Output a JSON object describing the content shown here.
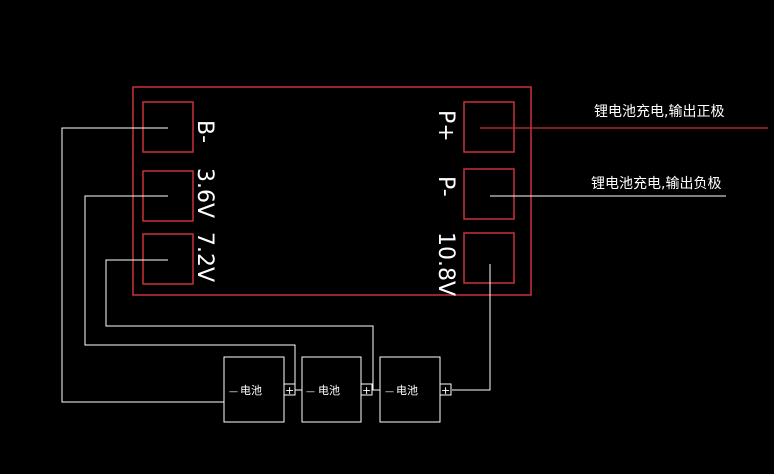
{
  "diagram": {
    "board": {
      "left_labels": [
        "B-",
        "3.6V",
        "7.2V"
      ],
      "right_labels": [
        "P+",
        "P-",
        "10.8V"
      ]
    },
    "annotations": {
      "positive": "锂电池充电,输出正极",
      "negative": "锂电池充电,输出负极"
    },
    "cells": [
      {
        "minus": "—",
        "label": "电池",
        "plus": "+"
      },
      {
        "minus": "—",
        "label": "电池",
        "plus": "+"
      },
      {
        "minus": "—",
        "label": "电池",
        "plus": "+"
      }
    ],
    "colors": {
      "background": "#000000",
      "board": "#c8323a",
      "wire": "#ffffff",
      "text": "#ffffff"
    }
  }
}
